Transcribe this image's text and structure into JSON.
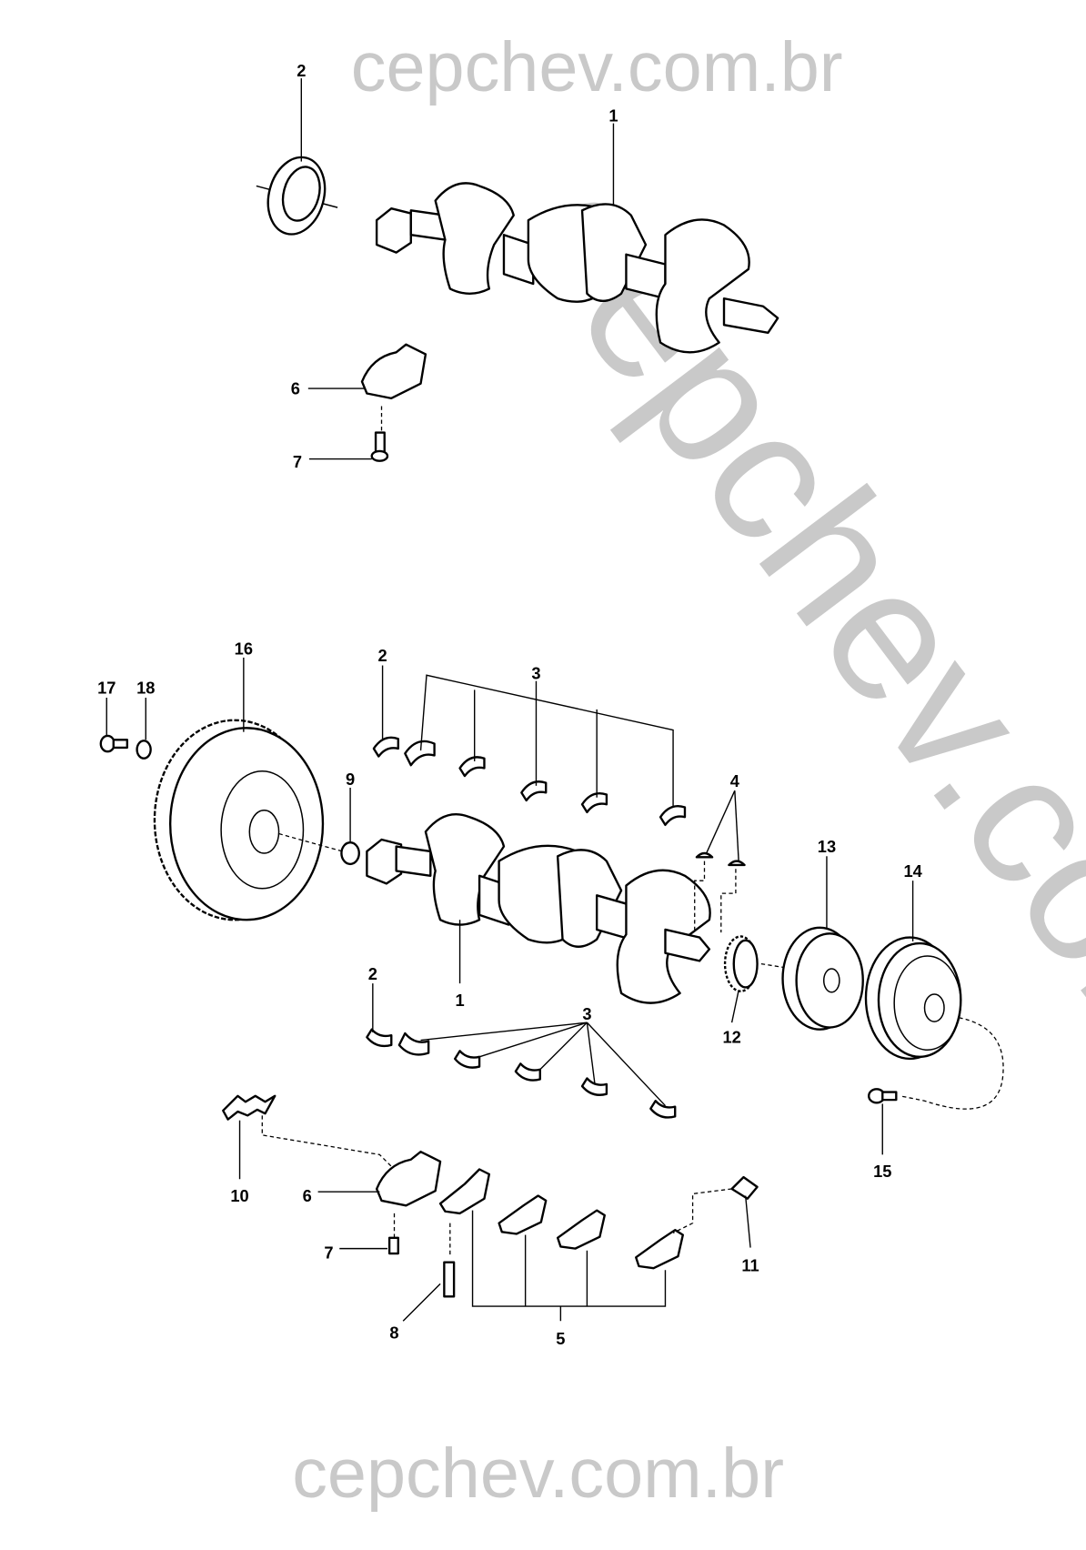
{
  "watermark": {
    "top": "cepchev.com.br",
    "diagonal": "cepchev.com.br",
    "bottom": "cepchev.com.br"
  },
  "upper_view": {
    "labels": {
      "seal": "2",
      "crankshaft": "1",
      "bearing_cap": "6",
      "bolt": "7"
    }
  },
  "lower_view": {
    "labels": {
      "flywheel": "16",
      "flywheel_bolt": "17",
      "washer": "18",
      "upper_shell_first": "2",
      "upper_shells": "3",
      "pilot_bearing": "9",
      "key": "4",
      "hub": "13",
      "pulley": "14",
      "crankshaft": "1",
      "lower_shell_first": "2",
      "lower_shells": "3",
      "gear": "12",
      "pulley_bolt": "15",
      "lock_plate": "10",
      "rear_cap": "6",
      "cap_bolt": "7",
      "retainer": "11",
      "stud": "8",
      "main_caps": "5"
    }
  }
}
